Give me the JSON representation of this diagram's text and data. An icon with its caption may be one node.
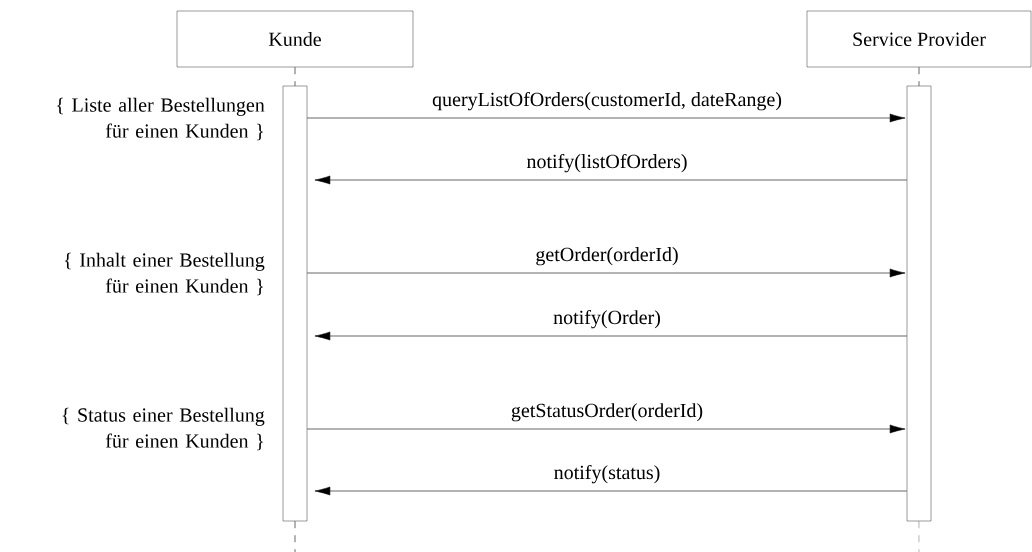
{
  "diagram": {
    "nodes": [
      {
        "text": [
          "Kunde"
        ]
      },
      {
        "text": [
          "Service Provider"
        ]
      },
      {
        "text": [],
        "shape": "bar"
      },
      {
        "text": [],
        "shape": "bar"
      }
    ],
    "edges": [
      {
        "from": 0,
        "to": 2,
        "arrow": "none",
        "style": "dashed"
      },
      {
        "from": 1,
        "to": 3,
        "arrow": "none",
        "style": "dashed"
      },
      {
        "from": 2,
        "to": 3,
        "arrow": "to",
        "label": "queryListOfOrders(customerId, dateRange)"
      },
      {
        "from": 3,
        "to": 2,
        "arrow": "to",
        "label": "notify(listOfOrders)"
      },
      {
        "from": 2,
        "to": 3,
        "arrow": "to",
        "label": "getOrder(orderId)"
      },
      {
        "from": 3,
        "to": 2,
        "arrow": "to",
        "label": "notify(Order)"
      },
      {
        "from": 2,
        "to": 3,
        "arrow": "to",
        "label": "getStatusOrder(orderId)"
      },
      {
        "from": 3,
        "to": 2,
        "arrow": "to",
        "label": "notify(status)"
      }
    ],
    "labels": [
      "{ Liste aller Bestellungen für einen Kunden }",
      "{ Inhalt einer Bestellung für einen Kunden }",
      "{ Status einer Bestellung für einen Kunden }"
    ]
  }
}
